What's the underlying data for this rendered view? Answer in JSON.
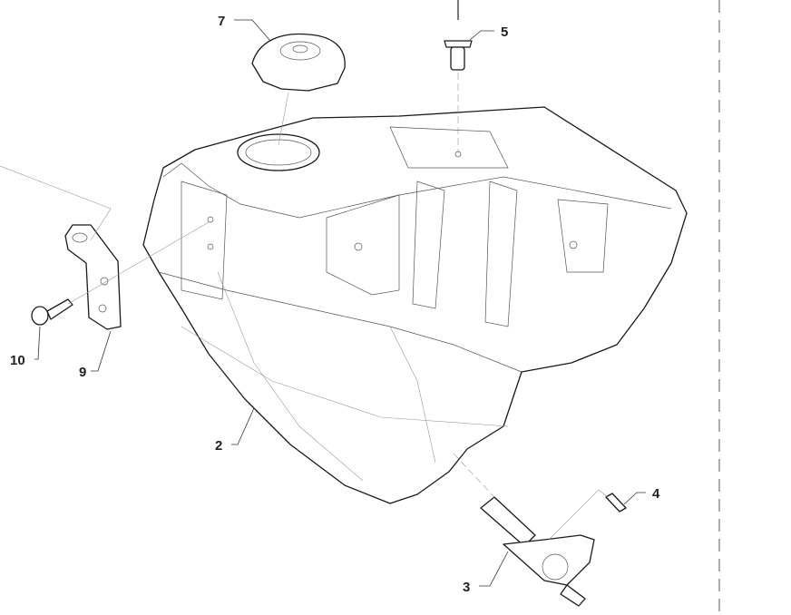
{
  "diagram": {
    "callouts": {
      "fuel_cap": "7",
      "screw_top": "5",
      "bolt": "10",
      "bracket": "9",
      "fuel_tank": "2",
      "screw_tap": "4",
      "fuel_tap": "3"
    }
  }
}
